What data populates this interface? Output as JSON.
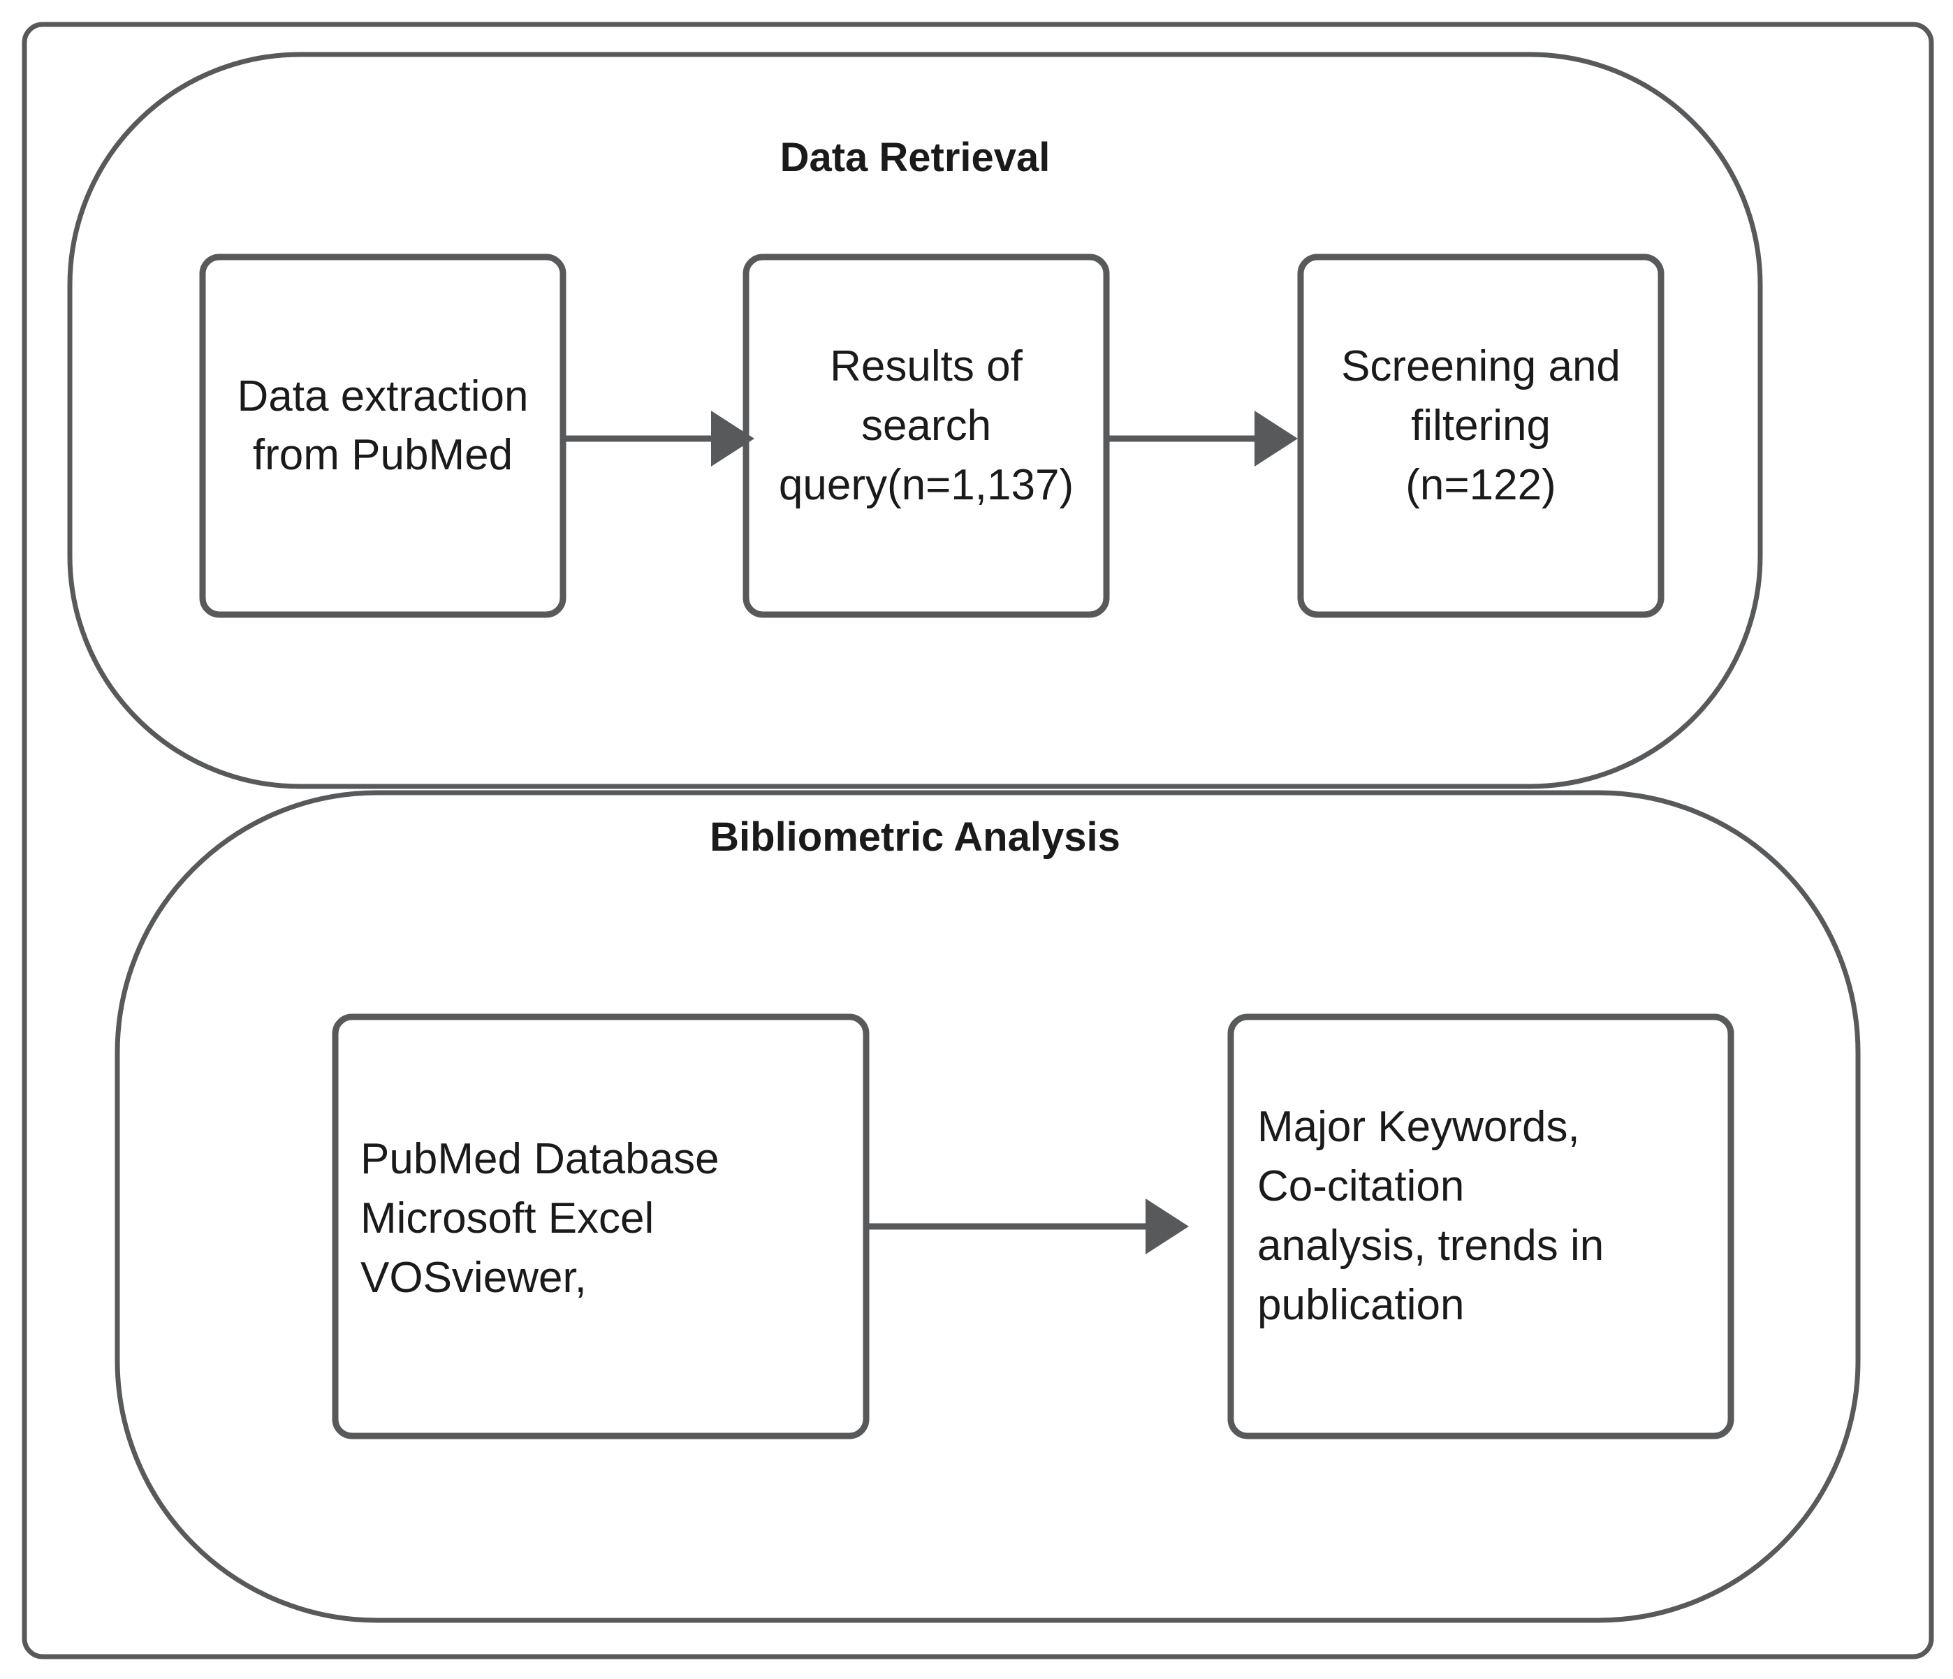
{
  "diagram": {
    "title_hidden": "",
    "stroke_color": "#58595b",
    "text_color": "#1a1a1a",
    "background": "#ffffff",
    "groups": [
      {
        "id": "data-retrieval",
        "label": "Data Retrieval",
        "nodes": [
          {
            "id": "data-extraction",
            "align": "center",
            "lines": [
              "Data extraction",
              "from PubMed"
            ]
          },
          {
            "id": "search-results",
            "align": "center",
            "lines": [
              "Results of",
              "search",
              "query(n=1,137)"
            ]
          },
          {
            "id": "screening-filtering",
            "align": "center",
            "lines": [
              "Screening and",
              "filtering",
              "(n=122)"
            ]
          }
        ],
        "edges": [
          {
            "id": "edge-extraction-to-results",
            "from": "data-extraction",
            "to": "search-results",
            "label": ""
          },
          {
            "id": "edge-results-to-screening",
            "from": "search-results",
            "to": "screening-filtering",
            "label": ""
          }
        ]
      },
      {
        "id": "bibliometric-analysis",
        "label": "Bibliometric Analysis",
        "nodes": [
          {
            "id": "tools",
            "align": "left",
            "lines": [
              "PubMed Database",
              "Microsoft Excel",
              "VOSviewer,"
            ]
          },
          {
            "id": "outputs",
            "align": "left",
            "lines": [
              "Major Keywords,",
              "Co-citation",
              "analysis, trends in",
              "publication"
            ]
          }
        ],
        "edges": [
          {
            "id": "edge-tools-to-outputs",
            "from": "tools",
            "to": "outputs",
            "label": ""
          }
        ]
      }
    ]
  }
}
